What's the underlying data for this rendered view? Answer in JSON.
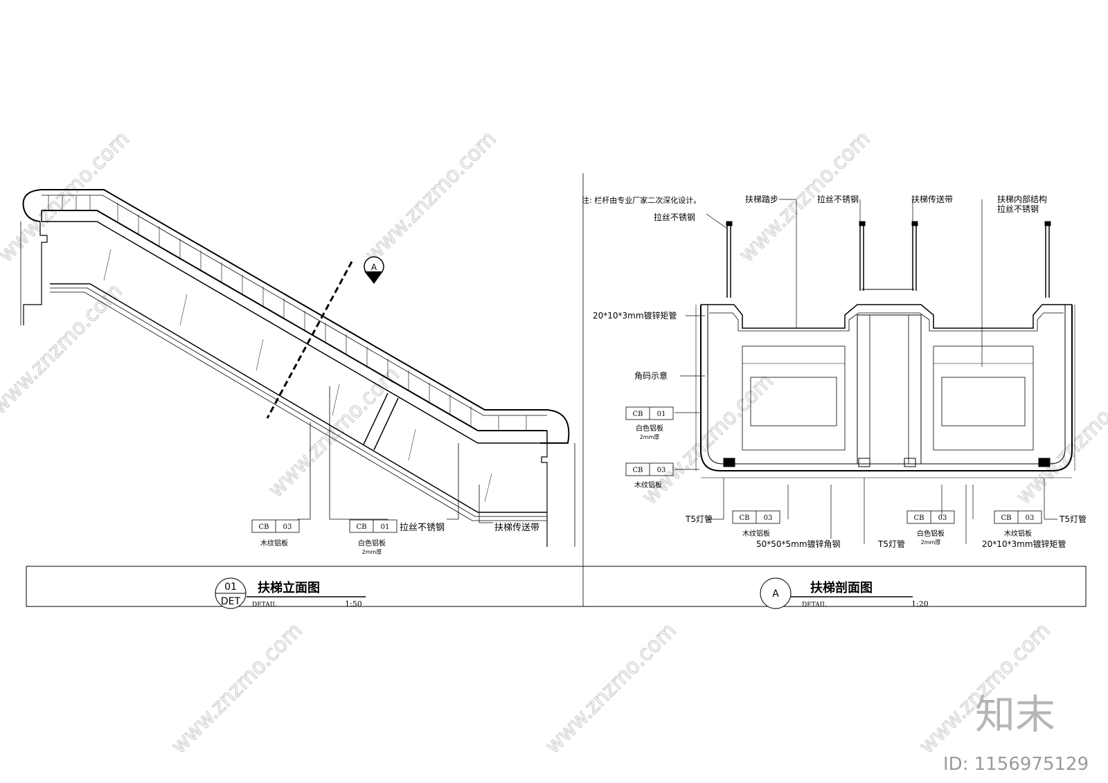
{
  "left": {
    "title": "扶梯立面图",
    "badge_top": "01",
    "badge_bottom": "DET",
    "detail": "DETAIL",
    "scale": "1:50",
    "section_marker": "A",
    "callouts": [
      {
        "code": "CB",
        "num": "03",
        "caption": "木纹铝板",
        "sub": ""
      },
      {
        "code": "CB",
        "num": "01",
        "caption": "白色铝板",
        "sub": "2mm厚"
      }
    ],
    "labels": {
      "steel": "拉丝不锈钢",
      "belt": "扶梯传送带"
    }
  },
  "right": {
    "title": "扶梯剖面图",
    "badge": "A",
    "detail": "DETAIL",
    "scale": "1:20",
    "note": "注: 栏杆由专业厂家二次深化设计。",
    "top_labels": [
      "扶梯踏步",
      "拉丝不锈钢",
      "扶梯传送带",
      "扶梯内部结构"
    ],
    "top_labels_sub": "拉丝不锈钢",
    "left_labels": [
      "拉丝不锈钢",
      "20*10*3mm镀锌矩管",
      "角码示意"
    ],
    "callouts": [
      {
        "code": "CB",
        "num": "01",
        "caption": "白色铝板",
        "sub": "2mm厚"
      },
      {
        "code": "CB",
        "num": "03",
        "caption": "木纹铝板",
        "sub": ""
      }
    ],
    "bottom_callouts": [
      {
        "code": "CB",
        "num": "03",
        "caption": "木纹铝板"
      },
      {
        "code": "CB",
        "num": "03",
        "caption": "白色铝板",
        "sub": "2mm厚"
      },
      {
        "code": "CB",
        "num": "03",
        "caption": "木纹铝板"
      }
    ],
    "bottom_labels": [
      "T5灯管",
      "50*50*5mm镀锌角钢",
      "T5灯管",
      "20*10*3mm镀锌矩管",
      "T5灯管"
    ]
  },
  "brand": {
    "logo": "知末",
    "id": "ID: 1156975129",
    "watermark": "www.znzmo.com"
  }
}
